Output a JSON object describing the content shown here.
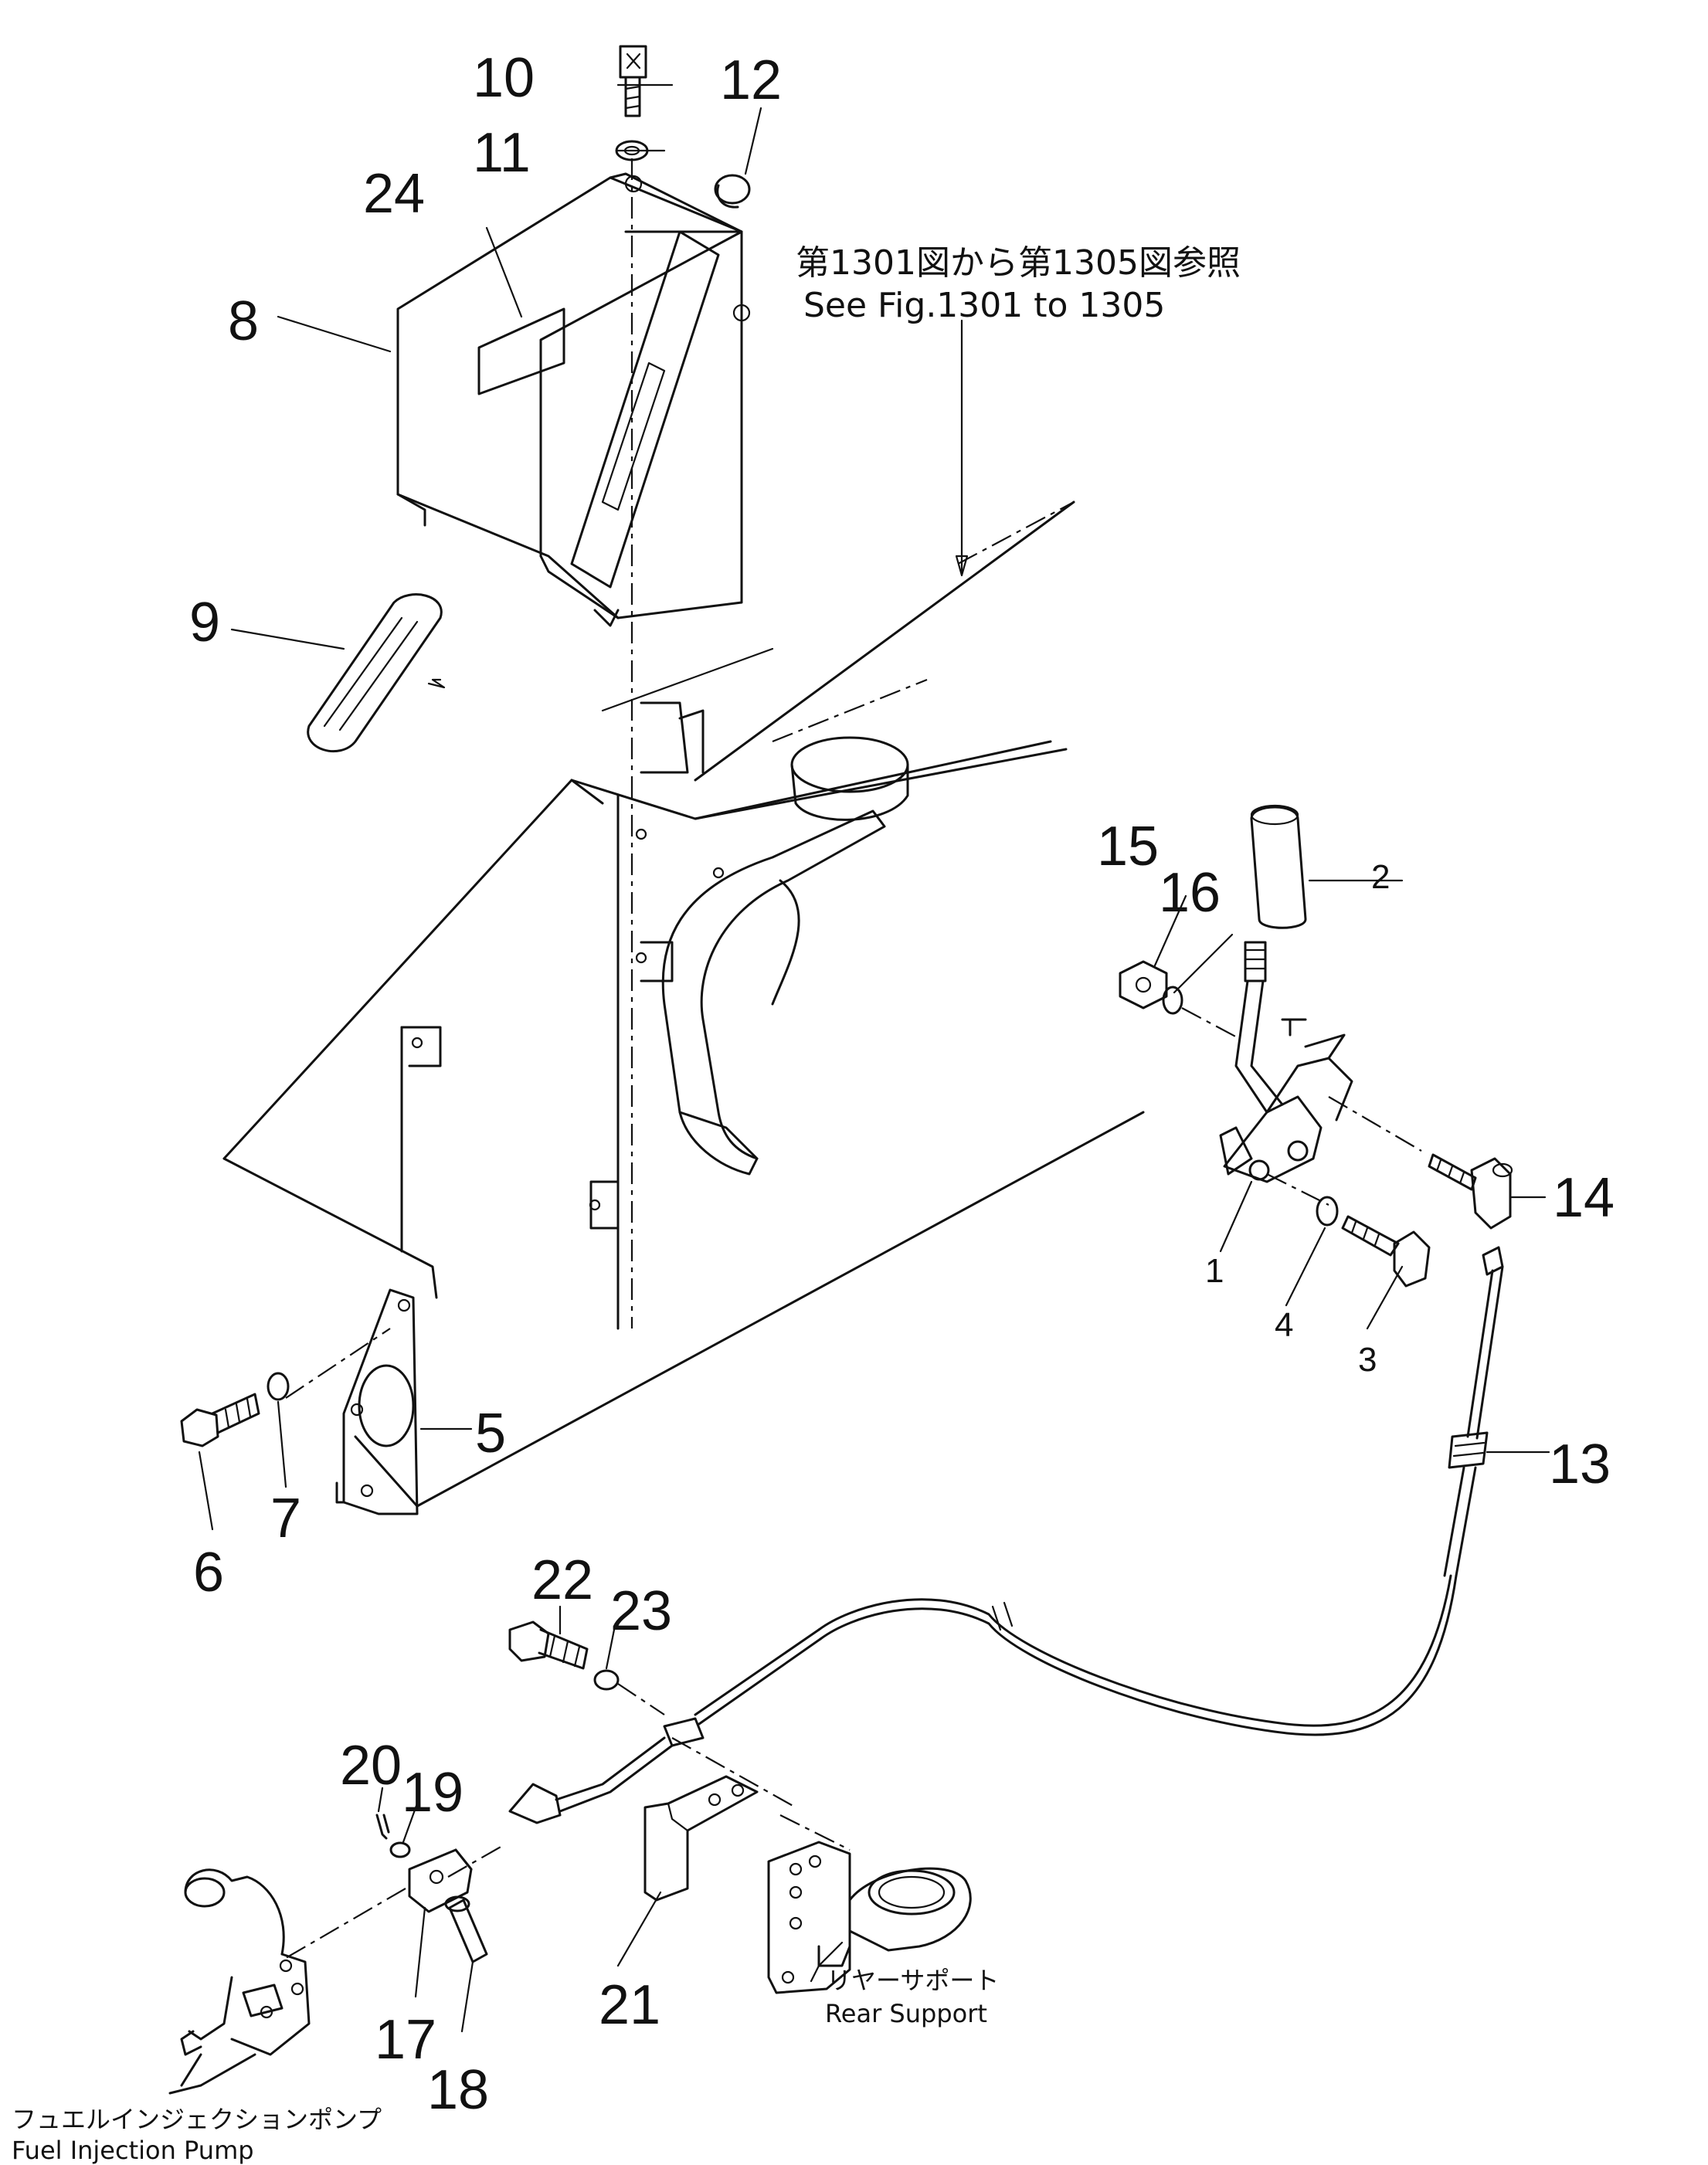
{
  "diagram": {
    "callouts": [
      "1",
      "2",
      "3",
      "4",
      "5",
      "6",
      "7",
      "8",
      "9",
      "10",
      "11",
      "12",
      "13",
      "14",
      "15",
      "16",
      "17",
      "18",
      "19",
      "20",
      "21",
      "22",
      "23",
      "24"
    ],
    "reference_note": {
      "japanese": "第1301図から第1305図参照",
      "english": "See Fig.1301 to 1305"
    },
    "rear_support": {
      "japanese": "リヤーサポート",
      "english": "Rear Support"
    },
    "fuel_injection_pump": {
      "japanese": "フュエルインジェクションポンプ",
      "english": "Fuel Injection Pump"
    }
  },
  "colors": {
    "ink": "#111111",
    "paper": "#ffffff"
  }
}
